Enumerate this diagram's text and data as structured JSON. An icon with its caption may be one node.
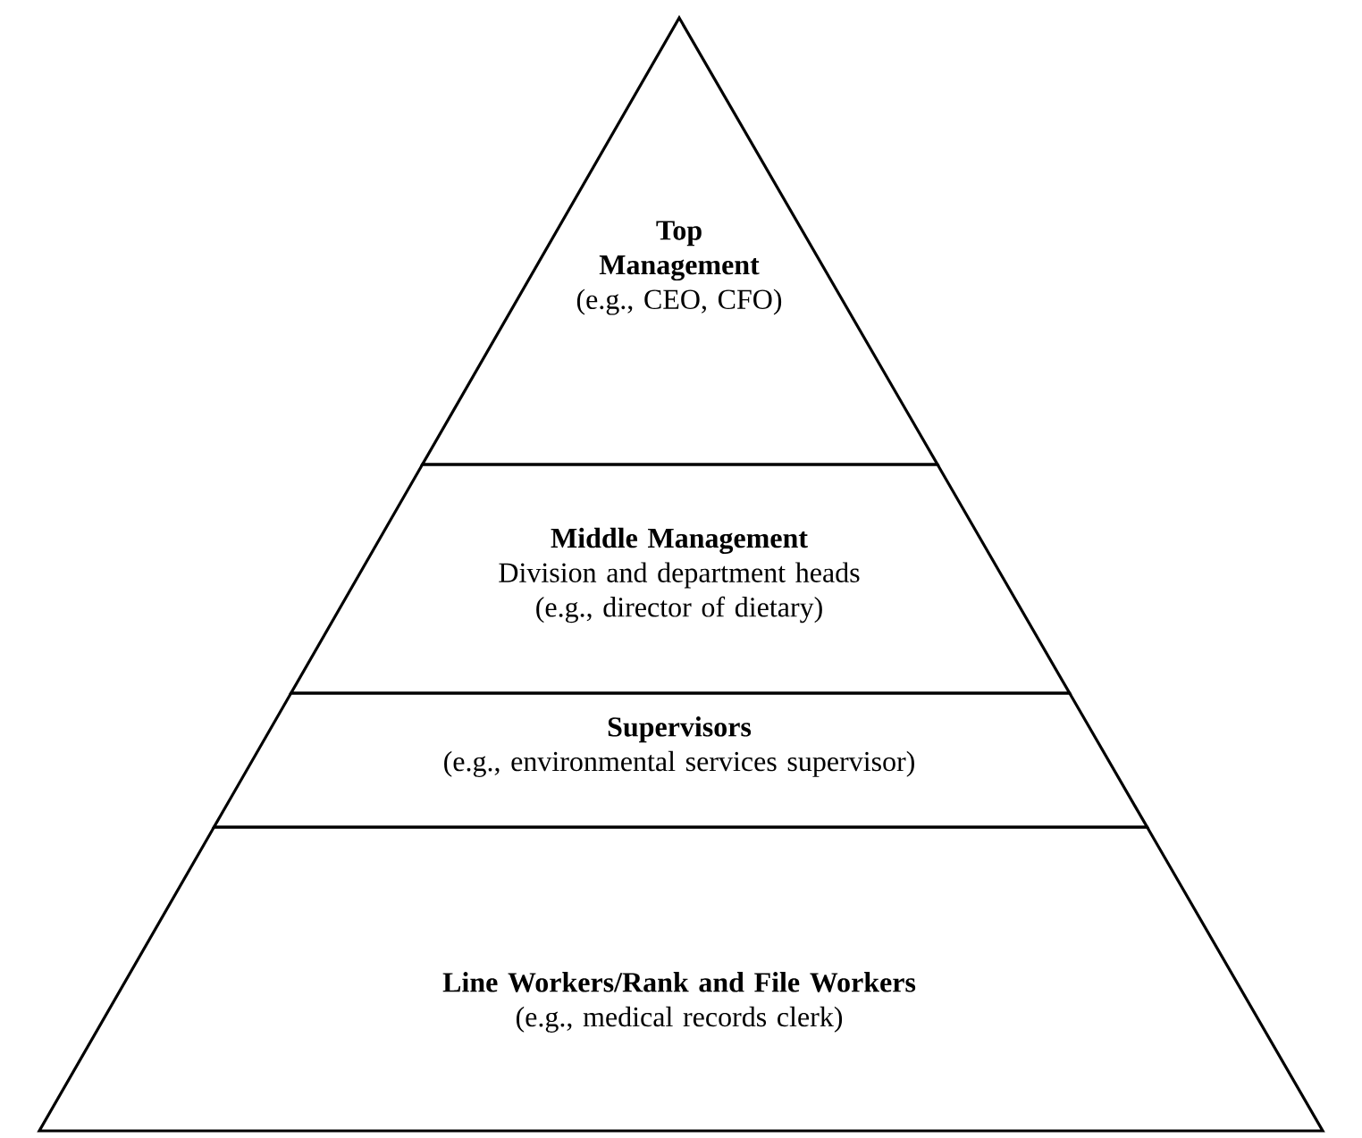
{
  "diagram": {
    "nodes": [
      {
        "text": [
          "Top Management",
          "(e.g., CEO, CFO)"
        ]
      },
      {
        "text": [
          "Middle Management",
          "Division and department heads",
          "(e.g., director of dietary)"
        ]
      },
      {
        "text": [
          "Supervisors",
          "(e.g., environmental services supervisor)"
        ]
      },
      {
        "text": [
          "Line Workers/Rank and File Workers",
          "(e.g., medical records clerk)"
        ]
      }
    ]
  }
}
